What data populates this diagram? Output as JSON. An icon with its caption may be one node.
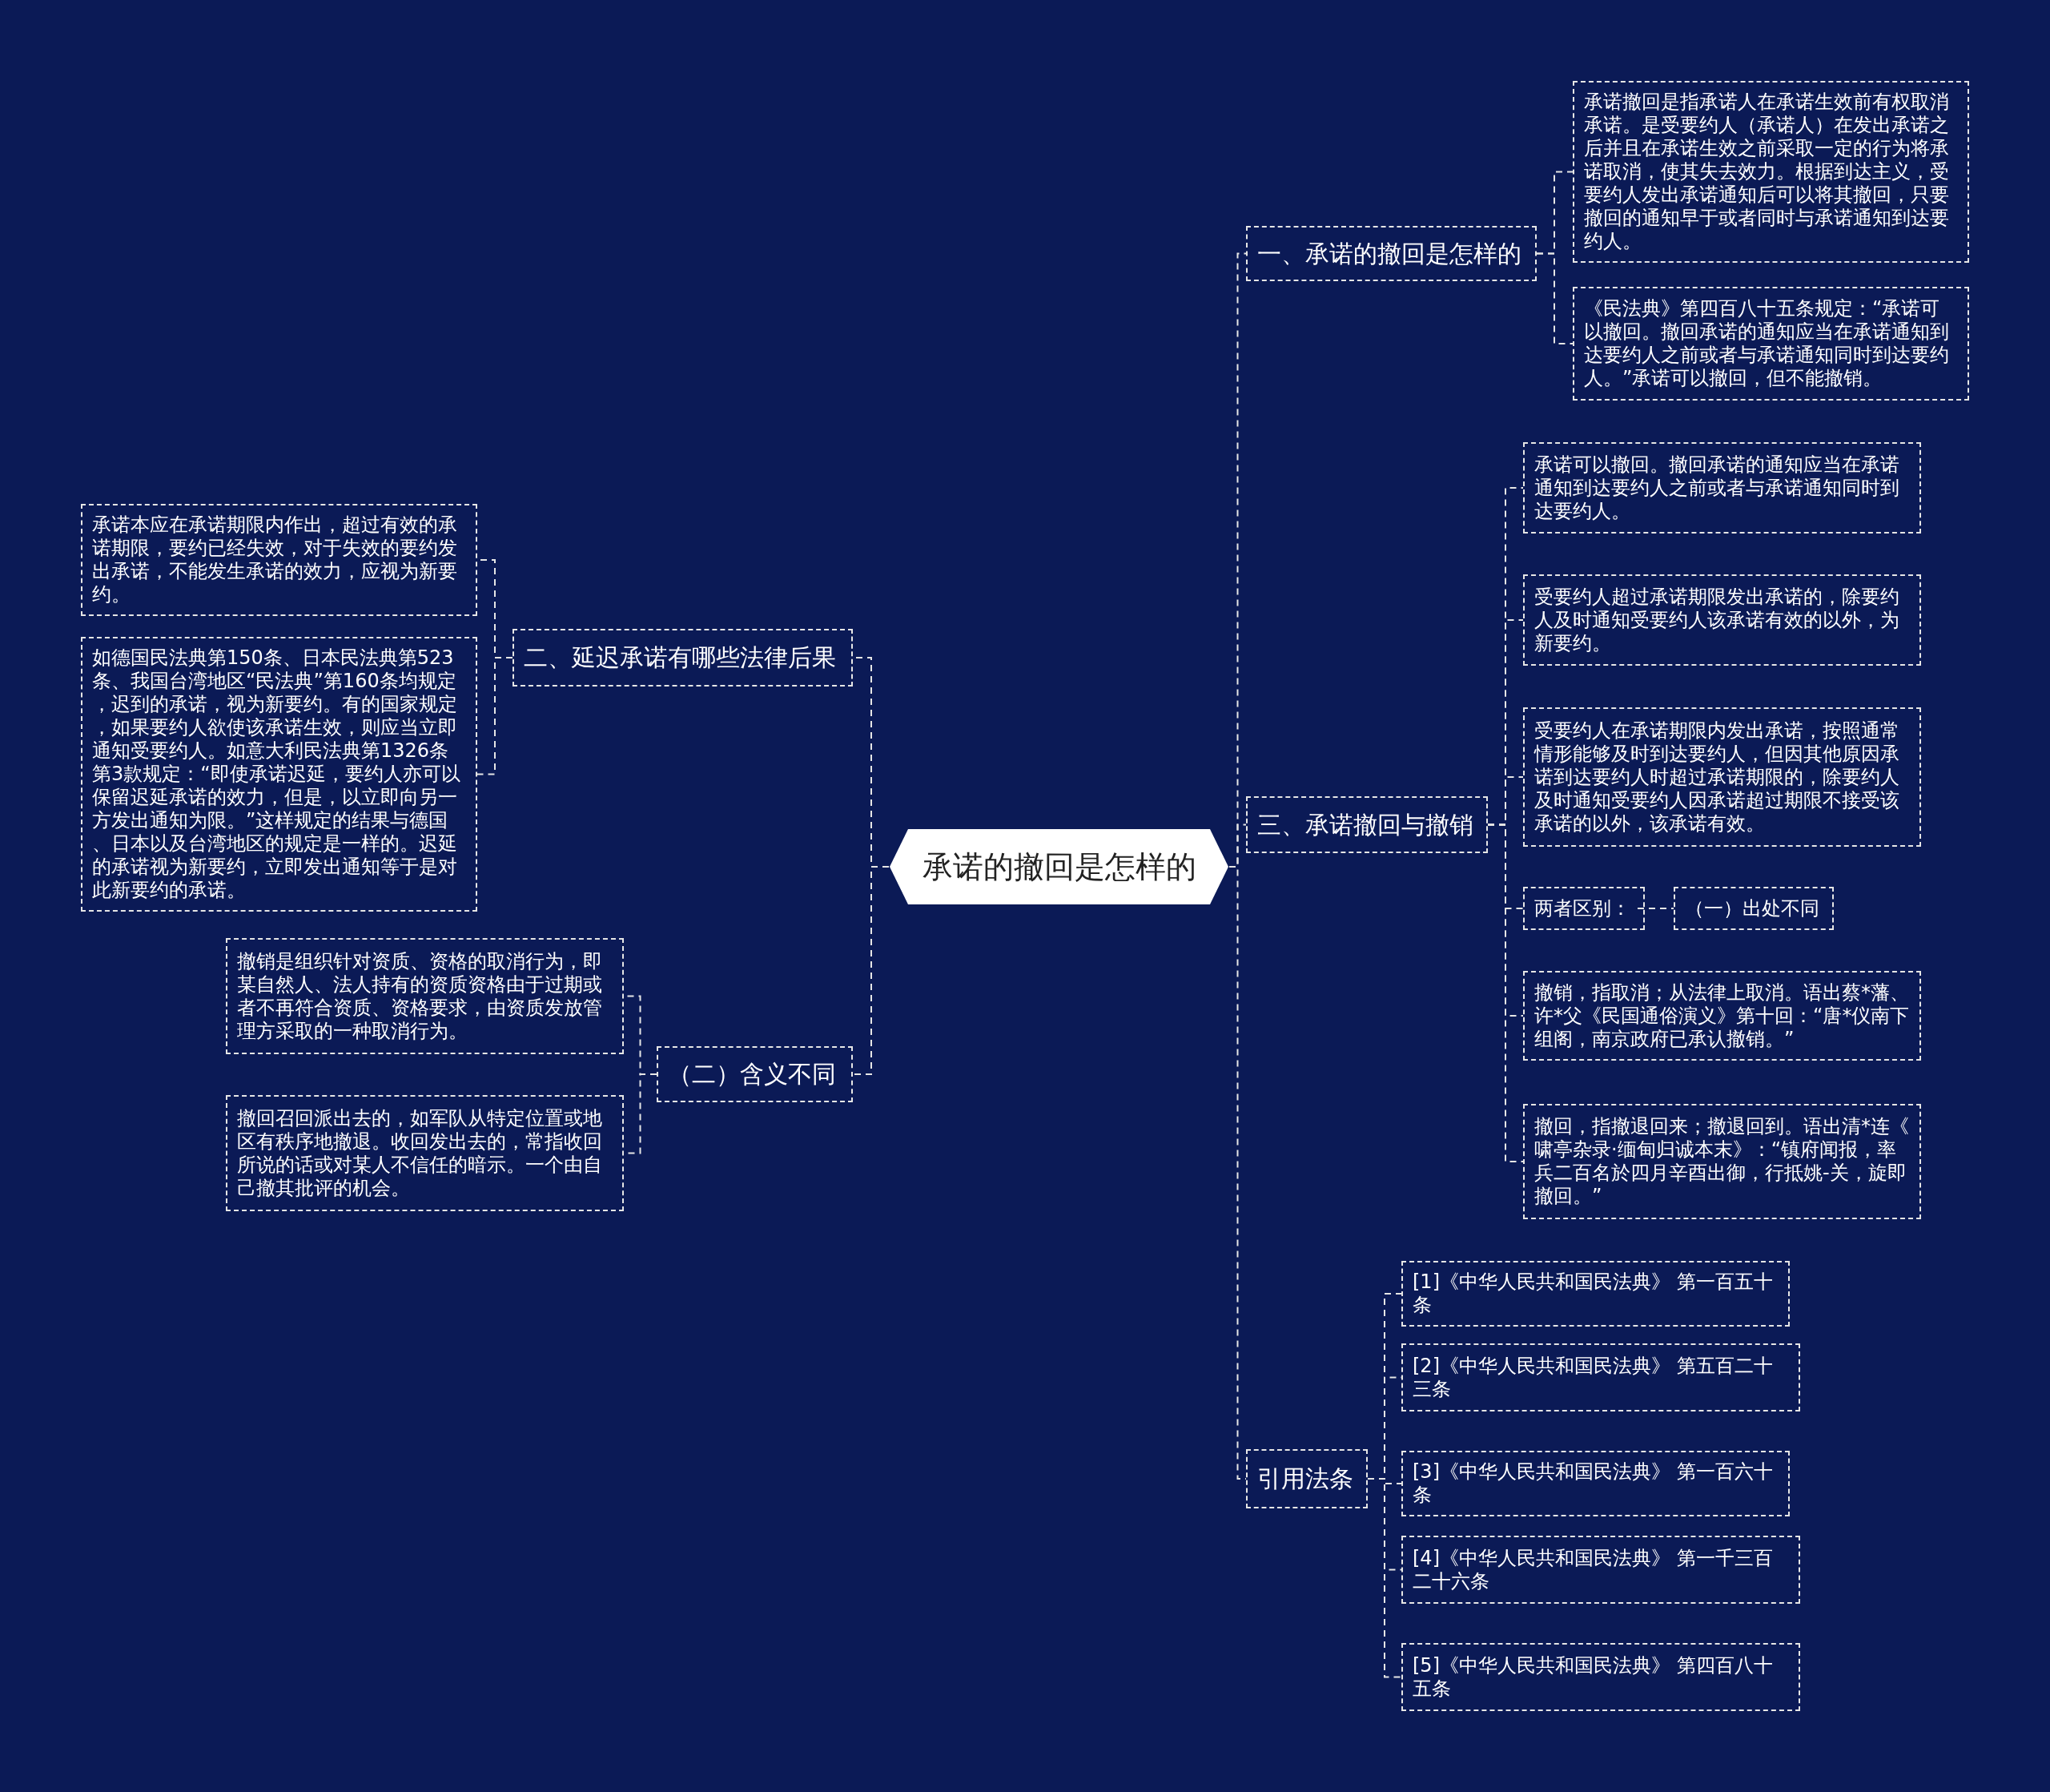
{
  "diagram": {
    "nodes": [
      {
        "text": [
          "承诺的撤回是怎样的"
        ]
      },
      {
        "text": [
          "一、承诺的撤回是怎样的"
        ]
      },
      {
        "text": [
          "承诺撤回是指承诺人在承诺生效前有权取消承诺。是受要约人（承诺人）在发出承诺之后并且在承诺生效之前采取一定的行为将承诺取消，使其失去效力。根据到达主义，受要约人发出承诺通知后可以将其撤回，只要撤回的通知早于或者同时与承诺通知到达要约人。"
        ]
      },
      {
        "text": [
          "《民法典》第四百八十五条规定：“承诺可以撤回。撤回承诺的通知应当在承诺通知到达要约人之前或者与承诺通知同时到达要约人。”承诺可以撤回，但不能撤销。"
        ]
      },
      {
        "text": [
          "三、承诺撤回与撤销"
        ]
      },
      {
        "text": [
          "承诺可以撤回。撤回承诺的通知应当在承诺通知到达要约人之前或者与承诺通知同时到达要约人。"
        ]
      },
      {
        "text": [
          "受要约人超过承诺期限发出承诺的，除要约人及时通知受要约人该承诺有效的以外，为新要约。"
        ]
      },
      {
        "text": [
          "受要约人在承诺期限内发出承诺，按照通常情形能够及时到达要约人，但因其他原因承诺到达要约人时超过承诺期限的，除要约人及时通知受要约人因承诺超过期限不接受该承诺的以外，该承诺有效。"
        ]
      },
      {
        "text": [
          "两者区别："
        ]
      },
      {
        "text": [
          "（一）出处不同"
        ]
      },
      {
        "text": [
          "撤销，指取消；从法律上取消。语出蔡*藩、许*父《民国通俗演义》第十回：“唐*仪南下组阁，南京政府已承认撤销。”"
        ]
      },
      {
        "text": [
          "撤回，指撤退回来；撤退回到。语出清*连《啸亭杂录·缅甸归诚本末》：“镇府闻报，率兵二百名於四月辛酉出御，行抵姚-关，旋即撤回。”"
        ]
      },
      {
        "text": [
          "引用法条"
        ]
      },
      {
        "text": [
          "[1]《中华人民共和国民法典》 第一百五十条"
        ]
      },
      {
        "text": [
          "[2]《中华人民共和国民法典》 第五百二十三条"
        ]
      },
      {
        "text": [
          "[3]《中华人民共和国民法典》 第一百六十条"
        ]
      },
      {
        "text": [
          "[4]《中华人民共和国民法典》 第一千三百二十六条"
        ]
      },
      {
        "text": [
          "[5]《中华人民共和国民法典》 第四百八十五条"
        ]
      },
      {
        "text": [
          "二、延迟承诺有哪些法律后果"
        ]
      },
      {
        "text": [
          "承诺本应在承诺期限内作出，超过有效的承诺期限，要约已经失效，对于失效的要约发出承诺，不能发生承诺的效力，应视为新要约。"
        ]
      },
      {
        "text": [
          "如德国民法典第150条、日本民法典第523条、我国台湾地区“民法典”第160条均规定，迟到的承诺，视为新要约。有的国家规定，如果要约人欲使该承诺生效，则应当立即通知受要约人。如意大利民法典第1326条第3款规定：“即使承诺迟延，要约人亦可以保留迟延承诺的效力，但是，以立即向另一方发出通知为限。”这样规定的结果与德国、日本以及台湾地区的规定是一样的。迟延的承诺视为新要约，立即发出通知等于是对此新要约的承诺。"
        ]
      },
      {
        "text": [
          "（二）含义不同"
        ]
      },
      {
        "text": [
          "撤销是组织针对资质、资格的取消行为，即某自然人、法人持有的资质资格由于过期或者不再符合资质、资格要求，由资质发放管理方采取的一种取消行为。"
        ]
      },
      {
        "text": [
          "撤回召回派出去的，如军队从特定位置或地区有秩序地撤退。收回发出去的，常指收回所说的话或对某人不信任的暗示。一个由自己撤其批评的机会。"
        ]
      }
    ],
    "edges": [
      {
        "from": 0,
        "to": 1,
        "arrow": "none"
      },
      {
        "from": 1,
        "to": 2,
        "arrow": "none"
      },
      {
        "from": 1,
        "to": 3,
        "arrow": "none"
      },
      {
        "from": 0,
        "to": 4,
        "arrow": "none"
      },
      {
        "from": 4,
        "to": 5,
        "arrow": "none"
      },
      {
        "from": 4,
        "to": 6,
        "arrow": "none"
      },
      {
        "from": 4,
        "to": 7,
        "arrow": "none"
      },
      {
        "from": 4,
        "to": 8,
        "arrow": "none"
      },
      {
        "from": 8,
        "to": 9,
        "arrow": "none"
      },
      {
        "from": 4,
        "to": 10,
        "arrow": "none"
      },
      {
        "from": 4,
        "to": 11,
        "arrow": "none"
      },
      {
        "from": 0,
        "to": 12,
        "arrow": "none"
      },
      {
        "from": 12,
        "to": 13,
        "arrow": "none"
      },
      {
        "from": 12,
        "to": 14,
        "arrow": "none"
      },
      {
        "from": 12,
        "to": 15,
        "arrow": "none"
      },
      {
        "from": 12,
        "to": 16,
        "arrow": "none"
      },
      {
        "from": 12,
        "to": 17,
        "arrow": "none"
      },
      {
        "from": 0,
        "to": 18,
        "arrow": "none"
      },
      {
        "from": 18,
        "to": 19,
        "arrow": "none"
      },
      {
        "from": 18,
        "to": 20,
        "arrow": "none"
      },
      {
        "from": 0,
        "to": 21,
        "arrow": "none"
      },
      {
        "from": 21,
        "to": 22,
        "arrow": "none"
      },
      {
        "from": 21,
        "to": 23,
        "arrow": "none"
      }
    ]
  }
}
